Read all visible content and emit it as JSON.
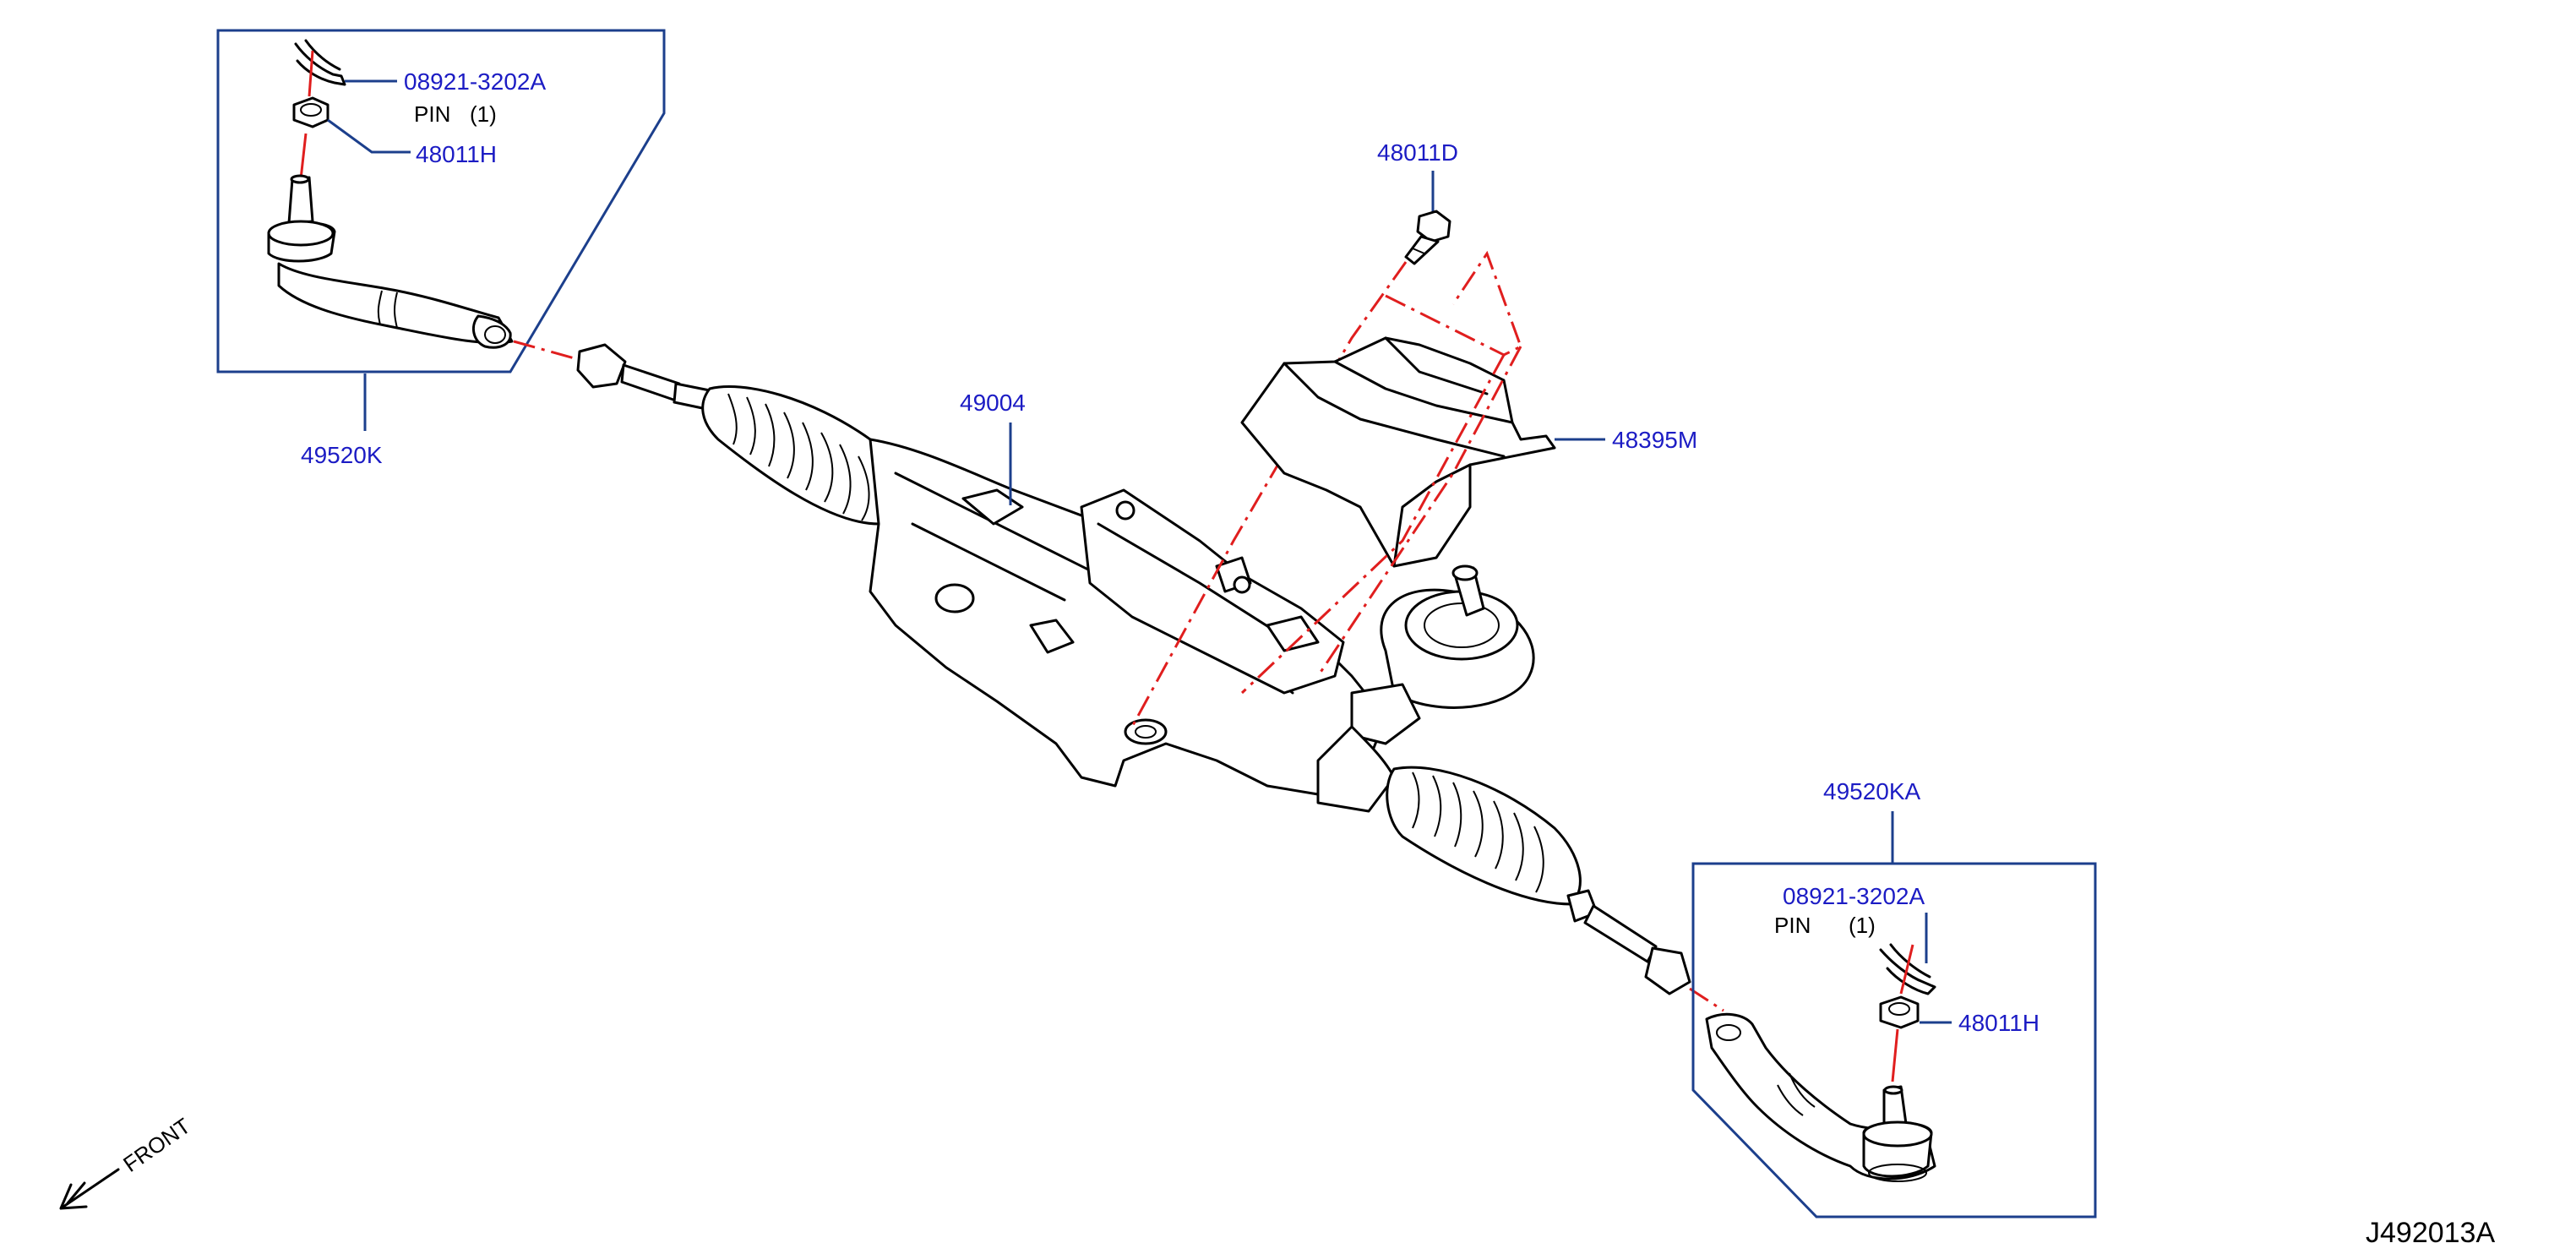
{
  "figure_id": "J492013A",
  "front_label": "FRONT",
  "callouts": {
    "pin_tl": "08921-3202A",
    "nut_tl": "48011H",
    "tie_rod_end_l": "49520K",
    "rack_assembly": "49004",
    "bolt": "48011D",
    "heat_insulator": "48395M",
    "tie_rod_end_r": "49520KA",
    "pin_br": "08921-3202A",
    "nut_br": "48011H"
  },
  "notes": {
    "pin_tl": {
      "label": "PIN",
      "qty": "(1)"
    },
    "pin_br": {
      "label": "PIN",
      "qty": "(1)"
    }
  },
  "colors": {
    "callout_text": "#1c1cc4",
    "box_line": "#1c3f8c",
    "centerline": "#e01e1e",
    "drawing": "#000000"
  }
}
